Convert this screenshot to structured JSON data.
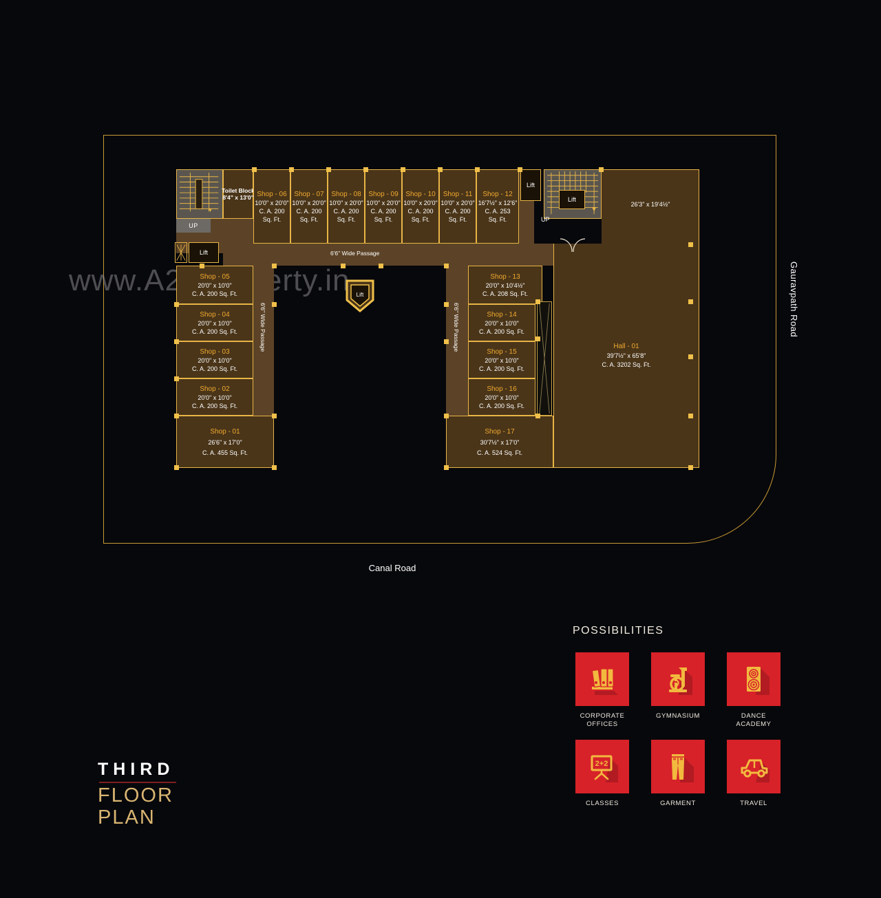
{
  "title": {
    "line1": "THIRD",
    "line2": "FLOOR",
    "line3": "PLAN"
  },
  "watermark": "www.A2zProperty.in",
  "roads": {
    "bottom": "Canal Road",
    "right": "Gauravpath Road"
  },
  "passages": {
    "top": "6'6\" Wide Passage",
    "left": "6'6\" Wide Passage",
    "right": "6'6\" Wide Passage"
  },
  "labels": {
    "up_left": "UP",
    "up_right": "UP",
    "lift_left": "Lift",
    "lift_center": "Lift",
    "lift_right_small": "Lift",
    "lift_right_big": "Lift",
    "toilet_block": "Toilet Block",
    "toilet_block_dim": "8'4\" x 13'0\"",
    "top_right_area_dim": "26'3\" x 19'4½\""
  },
  "units": [
    {
      "id": "shop-01",
      "name": "Shop - 01",
      "dim": "26'6\" x 17'0\"",
      "ca": "C. A. 455 Sq. Ft."
    },
    {
      "id": "shop-02",
      "name": "Shop - 02",
      "dim": "20'0\" x 10'0\"",
      "ca": "C. A. 200 Sq. Ft."
    },
    {
      "id": "shop-03",
      "name": "Shop - 03",
      "dim": "20'0\" x 10'0\"",
      "ca": "C. A. 200 Sq. Ft."
    },
    {
      "id": "shop-04",
      "name": "Shop - 04",
      "dim": "20'0\" x 10'0\"",
      "ca": "C. A. 200 Sq. Ft."
    },
    {
      "id": "shop-05",
      "name": "Shop - 05",
      "dim": "20'0\" x 10'0\"",
      "ca": "C. A. 200 Sq. Ft."
    },
    {
      "id": "shop-06",
      "name": "Shop - 06",
      "dim": "10'0\" x 20'0\"",
      "ca": "C. A. 200",
      "ca2": "Sq. Ft."
    },
    {
      "id": "shop-07",
      "name": "Shop - 07",
      "dim": "10'0\" x 20'0\"",
      "ca": "C. A. 200",
      "ca2": "Sq. Ft."
    },
    {
      "id": "shop-08",
      "name": "Shop - 08",
      "dim": "10'0\" x 20'0\"",
      "ca": "C. A. 200",
      "ca2": "Sq. Ft."
    },
    {
      "id": "shop-09",
      "name": "Shop - 09",
      "dim": "10'0\" x 20'0\"",
      "ca": "C. A. 200",
      "ca2": "Sq. Ft."
    },
    {
      "id": "shop-10",
      "name": "Shop - 10",
      "dim": "10'0\" x 20'0\"",
      "ca": "C. A. 200",
      "ca2": "Sq. Ft."
    },
    {
      "id": "shop-11",
      "name": "Shop - 11",
      "dim": "10'0\" x 20'0\"",
      "ca": "C. A. 200",
      "ca2": "Sq. Ft."
    },
    {
      "id": "shop-12",
      "name": "Shop - 12",
      "dim": "16'7½\" x 12'6\"",
      "ca": "C. A. 253",
      "ca2": "Sq. Ft."
    },
    {
      "id": "shop-13",
      "name": "Shop - 13",
      "dim": "20'0\" x 10'4½\"",
      "ca": "C. A. 208 Sq. Ft."
    },
    {
      "id": "shop-14",
      "name": "Shop - 14",
      "dim": "20'0\" x 10'0\"",
      "ca": "C. A. 200 Sq. Ft."
    },
    {
      "id": "shop-15",
      "name": "Shop - 15",
      "dim": "20'0\" x 10'0\"",
      "ca": "C. A. 200 Sq. Ft."
    },
    {
      "id": "shop-16",
      "name": "Shop - 16",
      "dim": "20'0\" x 10'0\"",
      "ca": "C. A. 200 Sq. Ft."
    },
    {
      "id": "shop-17",
      "name": "Shop - 17",
      "dim": "30'7½\" x 17'0\"",
      "ca": "C. A. 524 Sq. Ft."
    },
    {
      "id": "hall-01",
      "name": "Hall - 01",
      "dim": "39'7½\" x 65'8\"",
      "ca": "C. A. 3202 Sq. Ft."
    }
  ],
  "possibilities": {
    "heading": "POSSIBILITIES",
    "items": [
      {
        "icon": "binders-icon",
        "label": "CORPORATE OFFICES"
      },
      {
        "icon": "exercise-bike-icon",
        "label": "GYMNASIUM"
      },
      {
        "icon": "speaker-icon",
        "label": "DANCE ACADEMY"
      },
      {
        "icon": "blackboard-icon",
        "label": "CLASSES"
      },
      {
        "icon": "trousers-icon",
        "label": "GARMENT"
      },
      {
        "icon": "car-icon",
        "label": "TRAVEL"
      }
    ]
  },
  "colors": {
    "background": "#07080c",
    "gold": "#e8b546",
    "room_fill": "#4a3519",
    "passage_fill": "#5c4327",
    "accent_red": "#d72229",
    "icon_gold": "#f2b93f"
  }
}
